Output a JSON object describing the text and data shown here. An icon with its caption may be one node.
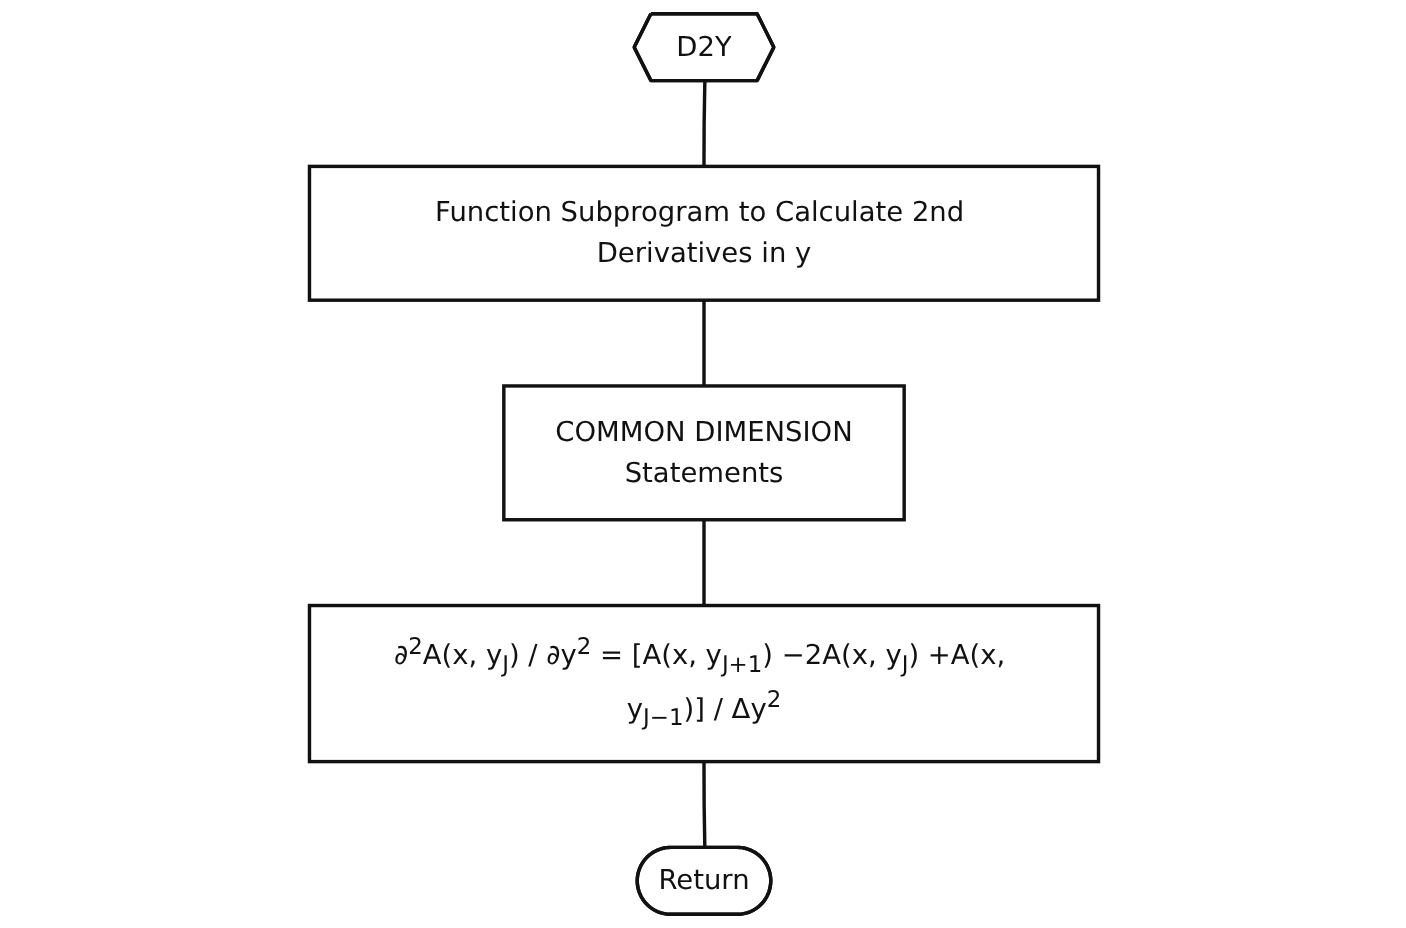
{
  "diagram": {
    "nodes": [
      {
        "text": [
          "D2Y"
        ]
      },
      {
        "text": [
          "Function Subprogram to Calculate 2nd Derivatives in y"
        ]
      },
      {
        "text": [
          "COMMON DIMENSION",
          "Statements"
        ]
      },
      {
        "text": [
          "∂$^{2}$A(x, y$_{J}$) / ∂y$^{2}$ = [A(x, y$_{J+1}$) −2A(x, y$_{J}$) +A(x, y$_{J−1}$)] / Δy$^{2}$"
        ]
      },
      {
        "text": [
          "Return"
        ]
      }
    ],
    "edges": [
      {
        "from": 0,
        "to": 1,
        "arrow": "none"
      },
      {
        "from": 1,
        "to": 2,
        "arrow": "none"
      },
      {
        "from": 2,
        "to": 3,
        "arrow": "none"
      },
      {
        "from": 3,
        "to": 4,
        "arrow": "none"
      }
    ]
  }
}
